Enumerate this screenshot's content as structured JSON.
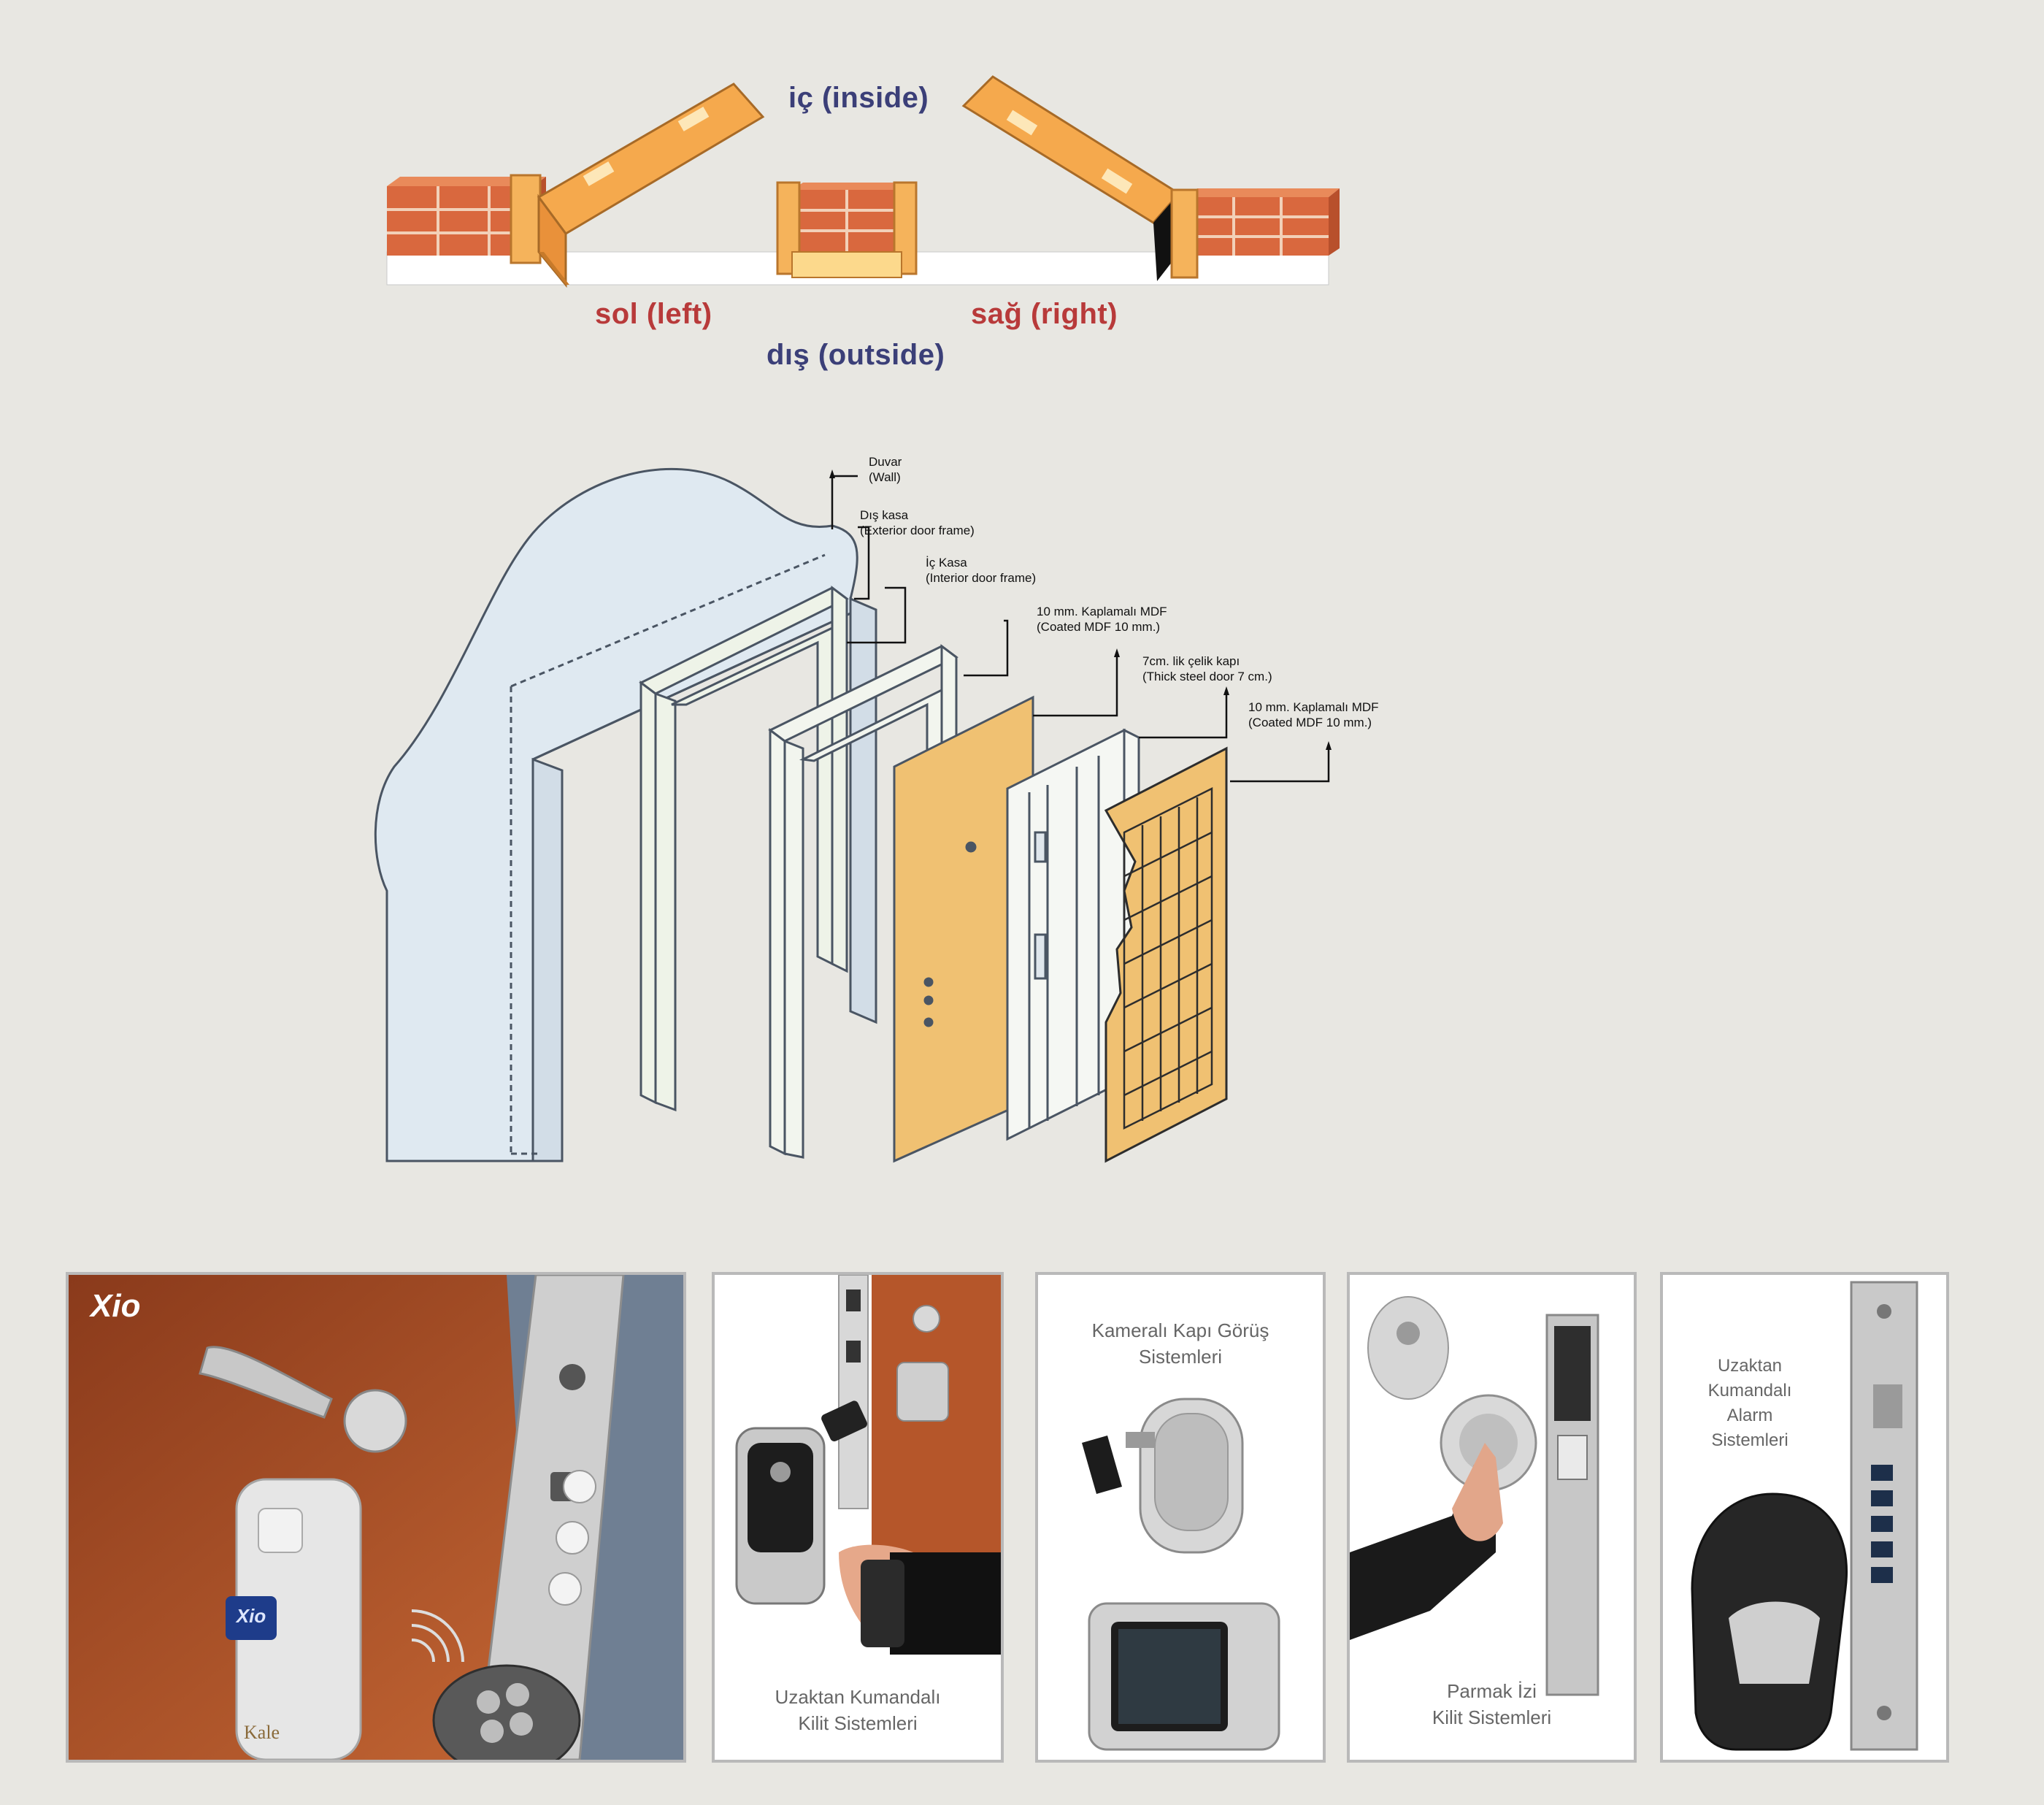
{
  "top_diagram": {
    "inside": "iç (inside)",
    "left": "sol (left)",
    "right": "sağ (right)",
    "outside": "dış (outside)"
  },
  "door_diagram": {
    "wall_tr": "Duvar",
    "wall_en": "(Wall)",
    "ext_frame_tr": "Dış kasa",
    "ext_frame_en": "(Exterior door frame)",
    "int_frame_tr": "İç Kasa",
    "int_frame_en": "(Interior door frame)",
    "mdf1_tr": "10 mm. Kaplamalı MDF",
    "mdf1_en": "(Coated MDF 10 mm.)",
    "steel_tr": "7cm. lik çelik kapı",
    "steel_en": "(Thick steel door 7 cm.)",
    "mdf2_tr": "10 mm. Kaplamalı MDF",
    "mdf2_en": "(Coated MDF 10 mm.)"
  },
  "panels": {
    "p1_logo": "Xio",
    "p1_brand": "Kale",
    "p2_line1": "Uzaktan Kumandalı",
    "p2_line2": "Kilit Sistemleri",
    "p3_line1": "Kameralı Kapı Görüş",
    "p3_line2": "Sistemleri",
    "p4_line1": "Parmak İzi",
    "p4_line2": "Kilit Sistemleri",
    "p5_line1": "Uzaktan",
    "p5_line2": "Kumandalı",
    "p5_line3": "Alarm",
    "p5_line4": "Sistemleri"
  },
  "colors": {
    "background": "#e8e7e2",
    "navy_label": "#3b3f78",
    "red_label": "#b83a3a",
    "brick": "#d9683e",
    "wood": "#f2b25a",
    "mdf": "#f0c172",
    "wall": "#dfe9f1",
    "door_photo": "#b9562a"
  }
}
